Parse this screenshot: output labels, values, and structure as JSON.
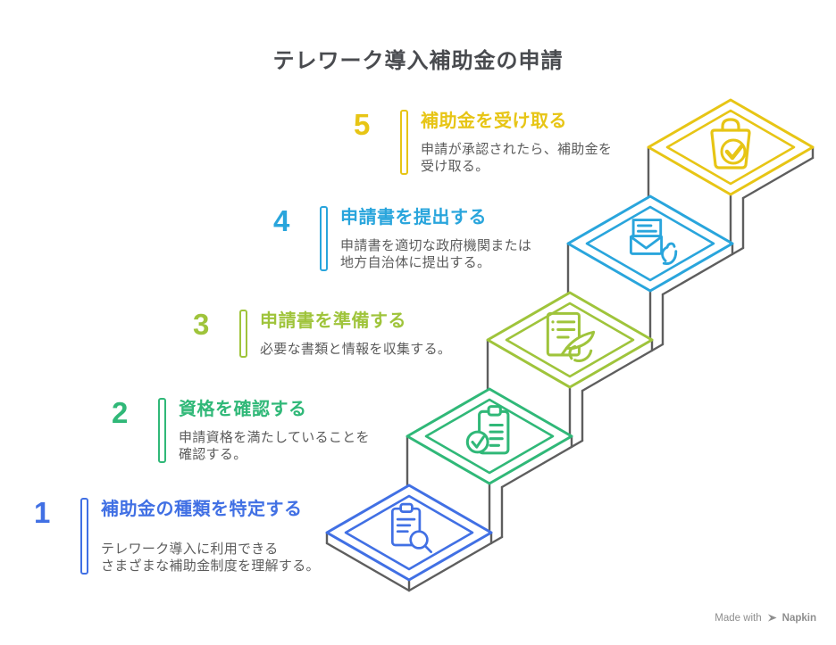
{
  "title": "テレワーク導入補助金の申請",
  "steps": [
    {
      "number": "1",
      "title": "補助金の種類を特定する",
      "description": "テレワーク導入に利用できる\nさまざまな補助金制度を理解する。",
      "color": "#4170E4",
      "icon": "clipboard-search-icon"
    },
    {
      "number": "2",
      "title": "資格を確認する",
      "description": "申請資格を満たしていることを\n確認する。",
      "color": "#30B878",
      "icon": "clipboard-check-icon"
    },
    {
      "number": "3",
      "title": "申請書を準備する",
      "description": "必要な書類と情報を収集する。",
      "color": "#9FC43B",
      "icon": "document-pen-icon"
    },
    {
      "number": "4",
      "title": "申請書を提出する",
      "description": "申請書を適切な政府機関または\n地方自治体に提出する。",
      "color": "#29A5DC",
      "icon": "envelope-hand-icon"
    },
    {
      "number": "5",
      "title": "補助金を受け取る",
      "description": "申請が承認されたら、補助金を\n受け取る。",
      "color": "#E7C515",
      "icon": "bag-check-icon"
    }
  ],
  "colors": {
    "background": "#FFFFFF",
    "scaffold": "#5E5E5E",
    "title_text": "#494B4F",
    "description_text": "#5C5C5C",
    "credit_text": "#8E8E8E"
  },
  "credit": {
    "prefix": "Made with",
    "brand": "Napkin"
  }
}
